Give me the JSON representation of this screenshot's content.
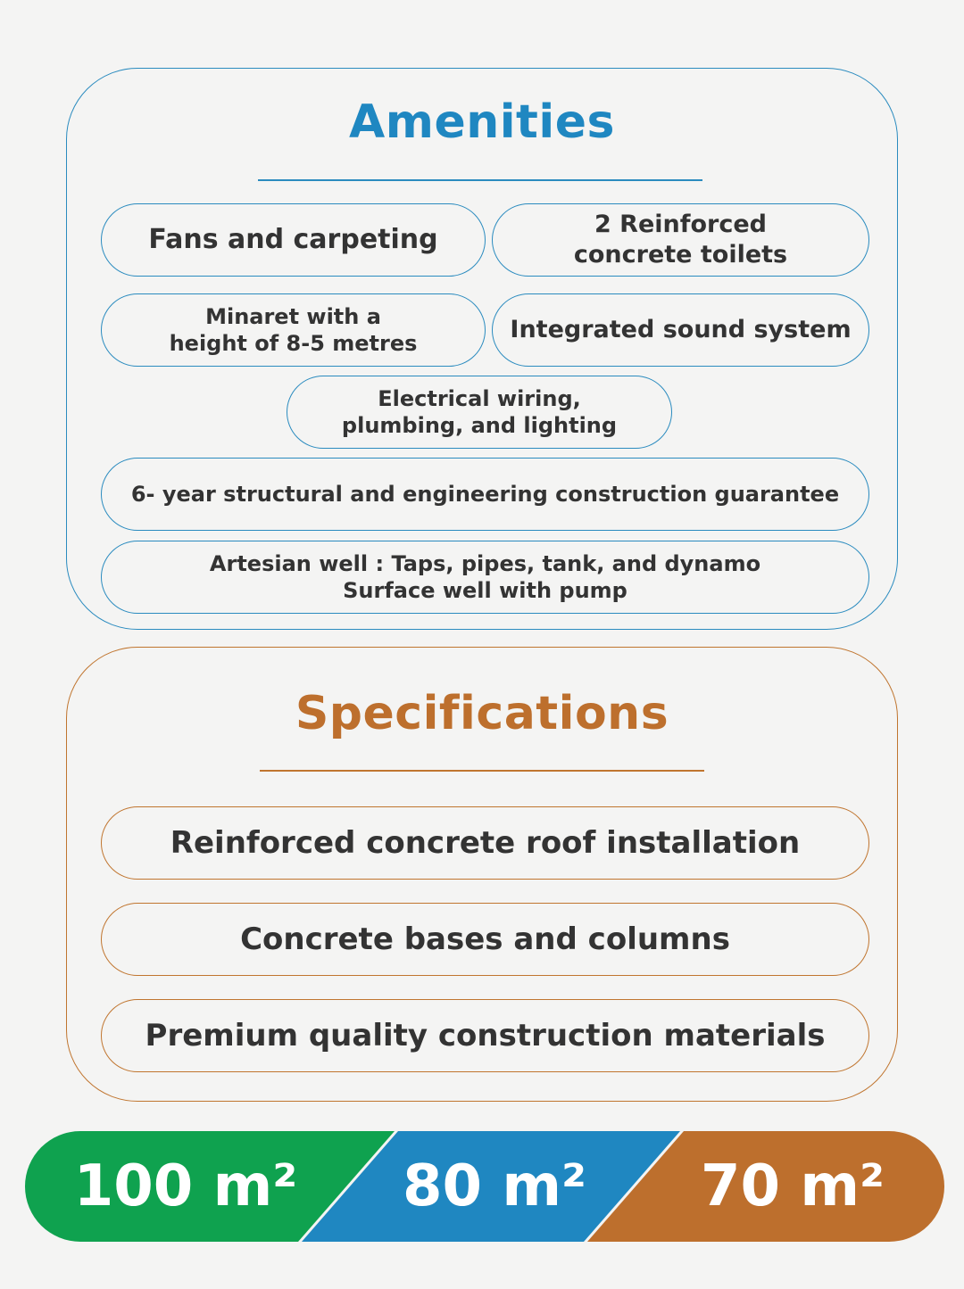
{
  "amenities": {
    "title": "Amenities",
    "items": [
      "Fans and carpeting",
      "2 Reinforced\nconcrete toilets",
      "Minaret with a\nheight of 8-5 metres",
      "Integrated sound system",
      "Electrical wiring,\nplumbing, and lighting",
      "6- year structural and engineering construction guarantee",
      "Artesian well : Taps, pipes, tank, and dynamo\nSurface well with pump"
    ]
  },
  "specifications": {
    "title": "Specifications",
    "items": [
      "Reinforced concrete roof installation",
      "Concrete bases and columns",
      "Premium quality construction materials"
    ]
  },
  "sizes": [
    {
      "label": "100 m²",
      "color": "#0fa24f"
    },
    {
      "label": "80 m²",
      "color": "#1f87c1"
    },
    {
      "label": "70 m²",
      "color": "#bd6f2d"
    }
  ],
  "colors": {
    "amenities_accent": "#1f87c1",
    "specifications_accent": "#bd6f2d",
    "background": "#f4f4f3"
  }
}
